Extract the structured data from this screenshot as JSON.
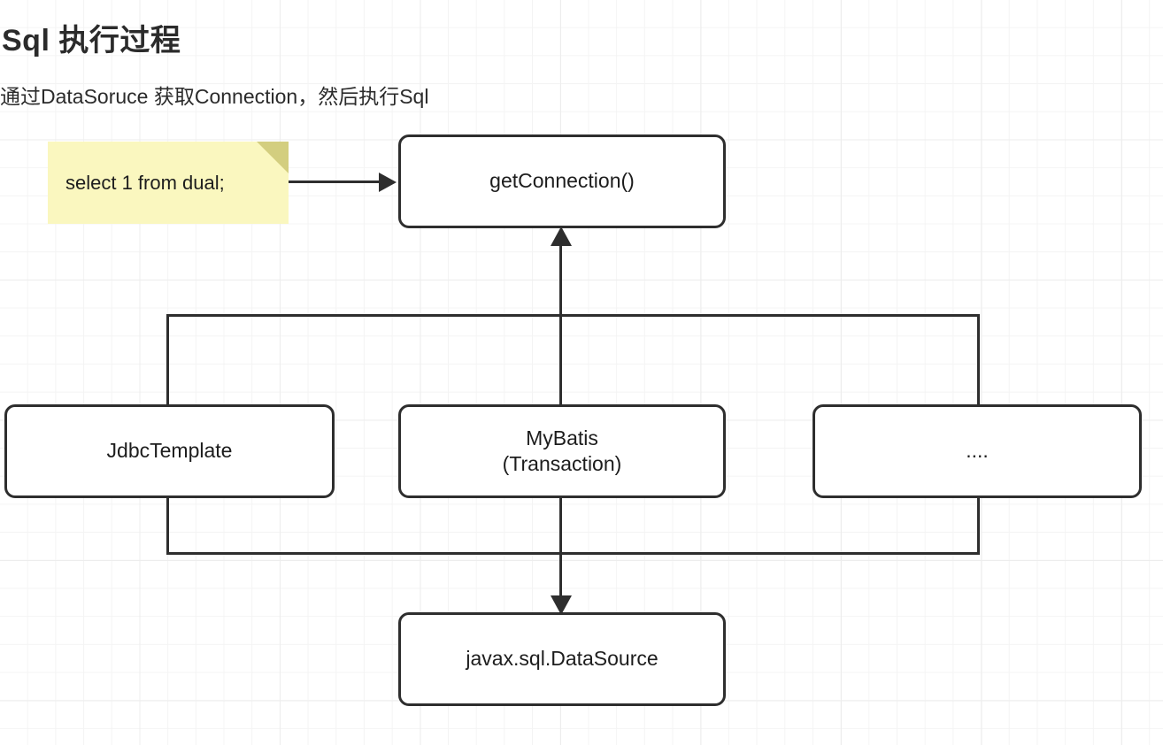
{
  "header": {
    "title": "Sql 执行过程",
    "subtitle": "通过DataSoruce 获取Connection，然后执行Sql"
  },
  "diagram": {
    "type": "flowchart",
    "note": {
      "text": "select 1 from dual;",
      "fill_color": "#faf7bf",
      "fold_color": "#d3ce7f"
    },
    "nodes": [
      {
        "id": "get-connection",
        "label": "getConnection()"
      },
      {
        "id": "jdbc-template",
        "label": "JdbcTemplate"
      },
      {
        "id": "mybatis",
        "label": "MyBatis\n(Transaction)"
      },
      {
        "id": "others",
        "label": "...."
      },
      {
        "id": "datasource",
        "label": "javax.sql.DataSource"
      }
    ],
    "edges": [
      {
        "from": "note",
        "to": "get-connection",
        "arrow": "right"
      },
      {
        "from": "mybatis",
        "to": "get-connection",
        "arrow": "up"
      },
      {
        "from": "mybatis",
        "to": "datasource",
        "arrow": "down"
      },
      {
        "from": "jdbc-template",
        "to": "get-connection",
        "arrow": "none"
      },
      {
        "from": "others",
        "to": "get-connection",
        "arrow": "none"
      },
      {
        "from": "jdbc-template",
        "to": "datasource",
        "arrow": "none"
      },
      {
        "from": "others",
        "to": "datasource",
        "arrow": "none"
      }
    ],
    "colors": {
      "stroke": "#2e2e2e",
      "node_fill": "#ffffff",
      "text": "#1d1d1d",
      "grid_minor": "#f4f4f4",
      "grid_major": "#ededed"
    }
  }
}
